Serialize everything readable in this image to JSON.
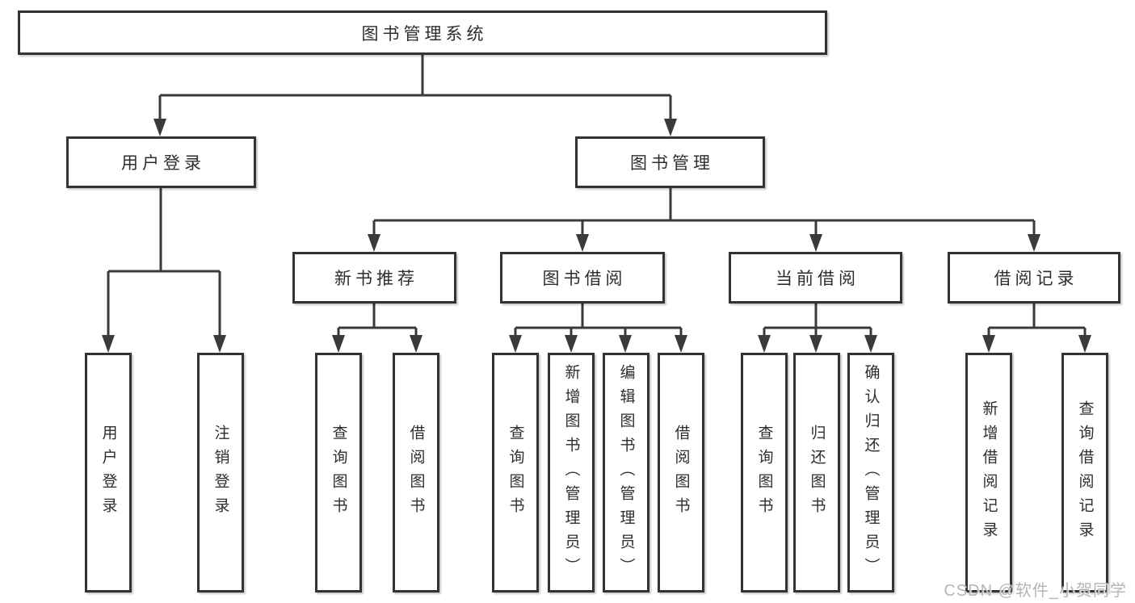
{
  "diagram": {
    "root_label": "图书管理系统",
    "user_login": {
      "label": "用户登录",
      "children": [
        {
          "label": "用户登录"
        },
        {
          "label": "注销登录"
        }
      ]
    },
    "book_management": {
      "label": "图书管理",
      "sections": [
        {
          "label": "新书推荐",
          "children": [
            {
              "label": "查询图书"
            },
            {
              "label": "借阅图书"
            }
          ]
        },
        {
          "label": "图书借阅",
          "children": [
            {
              "label": "查询图书"
            },
            {
              "label": "新增图书（管理员）"
            },
            {
              "label": "编辑图书（管理员）"
            },
            {
              "label": "借阅图书"
            }
          ]
        },
        {
          "label": "当前借阅",
          "children": [
            {
              "label": "查询图书"
            },
            {
              "label": "归还图书"
            },
            {
              "label": "确认归还（管理员）"
            }
          ]
        },
        {
          "label": "借阅记录",
          "children": [
            {
              "label": "新增借阅记录"
            },
            {
              "label": "查询借阅记录"
            }
          ]
        }
      ]
    }
  },
  "watermark": {
    "text": "CSDN @软件_小贺同学"
  },
  "colors": {
    "line": "#3a3a3a",
    "box_border": "#333333",
    "box_background": "#ffffff",
    "text": "#2e2e2e",
    "watermark": "#b5b5b5"
  }
}
